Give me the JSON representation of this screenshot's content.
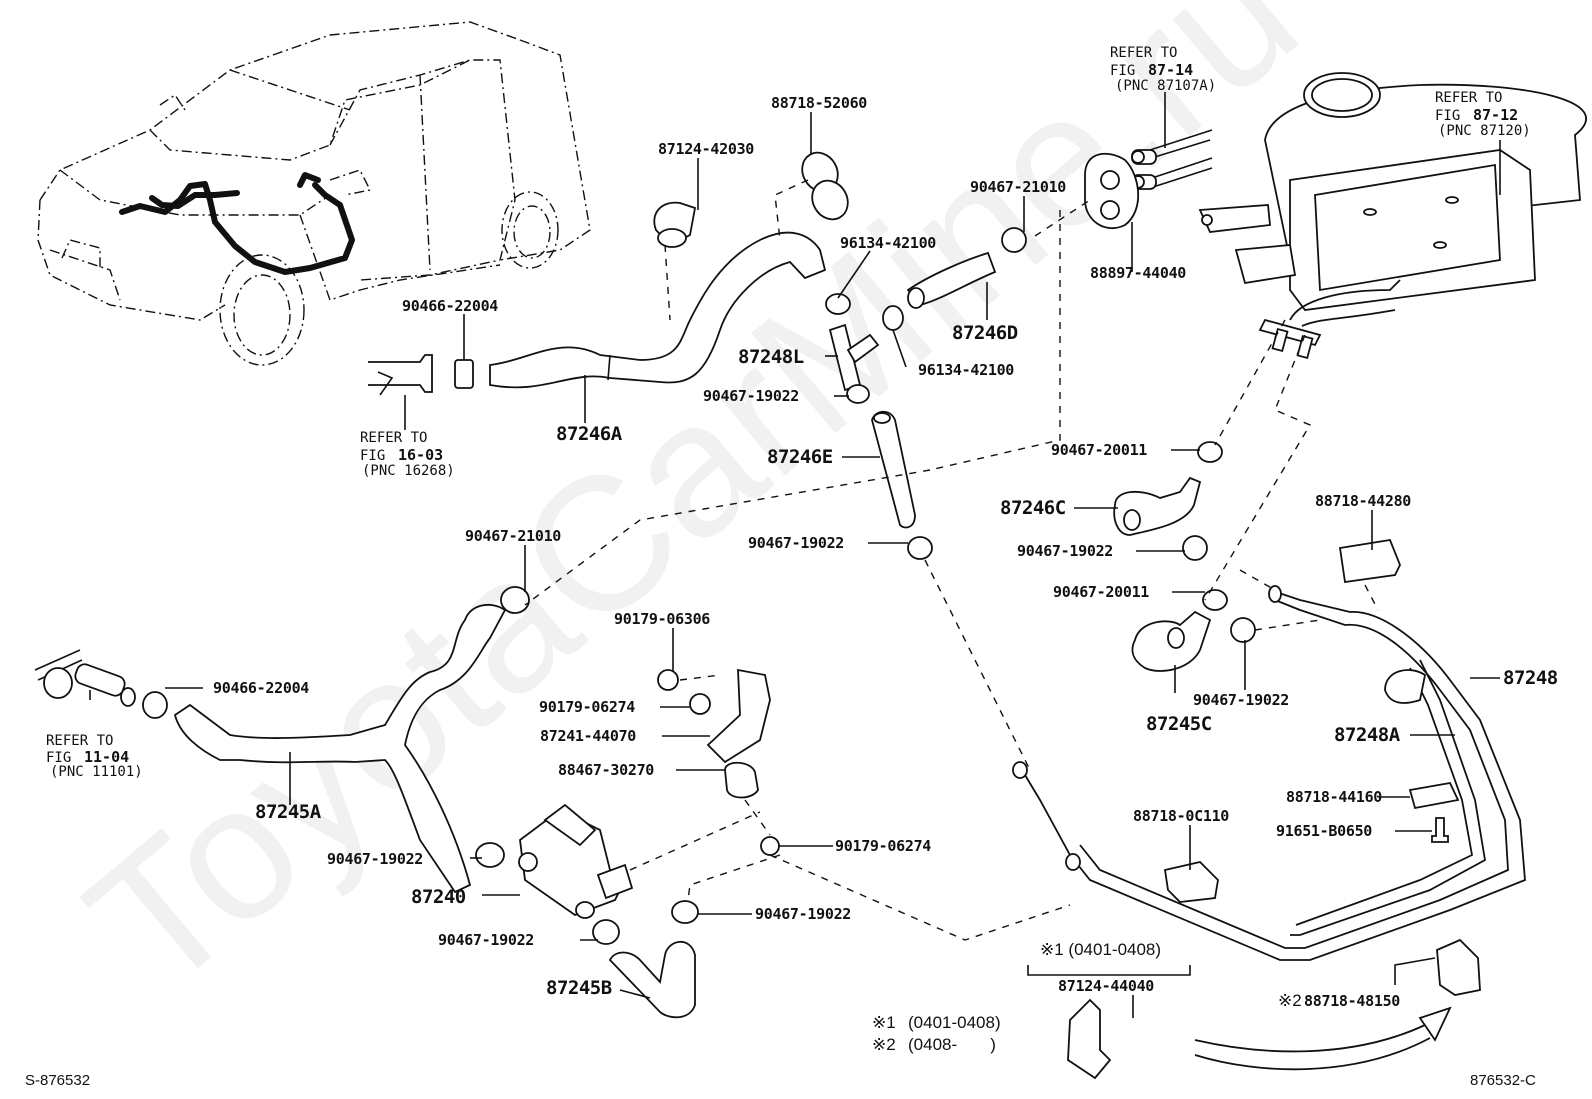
{
  "diagram": {
    "title_code_left": "S-876532",
    "title_code_right": "876532-C",
    "watermark": "ToyotaCarMine.ru",
    "references": [
      {
        "id": "ref-fig-87-14",
        "line1": "REFER TO",
        "line2_prefix": "FIG ",
        "line2_bold": "87-14",
        "line3": "(PNC 87107A)"
      },
      {
        "id": "ref-fig-87-12",
        "line1": "REFER TO",
        "line2_prefix": "FIG ",
        "line2_bold": "87-12",
        "line3": "(PNC 87120)"
      },
      {
        "id": "ref-fig-16-03",
        "line1": "REFER TO",
        "line2_prefix": "FIG ",
        "line2_bold": "16-03",
        "line3": "(PNC 16268)"
      },
      {
        "id": "ref-fig-11-04",
        "line1": "REFER TO",
        "line2_prefix": "FIG ",
        "line2_bold": "11-04",
        "line3": "(PNC 11101)"
      }
    ],
    "part_labels": [
      {
        "id": "p-88718-52060",
        "text": "88718-52060",
        "kind": "clamp"
      },
      {
        "id": "p-87124-42030",
        "text": "87124-42030",
        "kind": "clamp"
      },
      {
        "id": "p-90467-21010-top",
        "text": "90467-21010",
        "kind": "clip"
      },
      {
        "id": "p-88897-44040",
        "text": "88897-44040",
        "kind": "packing"
      },
      {
        "id": "p-96134-42100-a",
        "text": "96134-42100",
        "kind": "clamp"
      },
      {
        "id": "p-87246D",
        "text": "87246D",
        "kind": "hose"
      },
      {
        "id": "p-90466-22004-top",
        "text": "90466-22004",
        "kind": "clamp"
      },
      {
        "id": "p-87248L",
        "text": "87248L",
        "kind": "joint"
      },
      {
        "id": "p-96134-42100-b",
        "text": "96134-42100",
        "kind": "clamp"
      },
      {
        "id": "p-90467-19022-a",
        "text": "90467-19022",
        "kind": "clip"
      },
      {
        "id": "p-87246A",
        "text": "87246A",
        "kind": "hose"
      },
      {
        "id": "p-87246E",
        "text": "87246E",
        "kind": "hose"
      },
      {
        "id": "p-90467-20011-a",
        "text": "90467-20011",
        "kind": "clip"
      },
      {
        "id": "p-87246C",
        "text": "87246C",
        "kind": "hose"
      },
      {
        "id": "p-88718-44280",
        "text": "88718-44280",
        "kind": "clamp"
      },
      {
        "id": "p-90467-21010-mid",
        "text": "90467-21010",
        "kind": "clip"
      },
      {
        "id": "p-90467-19022-b",
        "text": "90467-19022",
        "kind": "clip"
      },
      {
        "id": "p-90467-19022-c",
        "text": "90467-19022",
        "kind": "clip"
      },
      {
        "id": "p-90467-20011-b",
        "text": "90467-20011",
        "kind": "clip"
      },
      {
        "id": "p-90179-06306",
        "text": "90179-06306",
        "kind": "nut"
      },
      {
        "id": "p-90466-22004-left",
        "text": "90466-22004",
        "kind": "clamp"
      },
      {
        "id": "p-87248",
        "text": "87248",
        "kind": "pipe"
      },
      {
        "id": "p-90467-19022-d",
        "text": "90467-19022",
        "kind": "clip"
      },
      {
        "id": "p-90179-06274-a",
        "text": "90179-06274",
        "kind": "nut"
      },
      {
        "id": "p-87245C",
        "text": "87245C",
        "kind": "hose"
      },
      {
        "id": "p-87241-44070",
        "text": "87241-44070",
        "kind": "bracket"
      },
      {
        "id": "p-87248A",
        "text": "87248A",
        "kind": "pipe"
      },
      {
        "id": "p-88467-30270",
        "text": "88467-30270",
        "kind": "cushion"
      },
      {
        "id": "p-87245A",
        "text": "87245A",
        "kind": "hose"
      },
      {
        "id": "p-88718-44160",
        "text": "88718-44160",
        "kind": "clamp"
      },
      {
        "id": "p-88718-0C110",
        "text": "88718-0C110",
        "kind": "clamp"
      },
      {
        "id": "p-91651-B0650",
        "text": "91651-B0650",
        "kind": "bolt"
      },
      {
        "id": "p-90179-06274-b",
        "text": "90179-06274",
        "kind": "nut"
      },
      {
        "id": "p-90467-19022-e",
        "text": "90467-19022",
        "kind": "clip"
      },
      {
        "id": "p-87240",
        "text": "87240",
        "kind": "valve"
      },
      {
        "id": "p-90467-19022-f",
        "text": "90467-19022",
        "kind": "clip"
      },
      {
        "id": "p-90467-19022-g",
        "text": "90467-19022",
        "kind": "clip"
      },
      {
        "id": "p-87245B",
        "text": "87245B",
        "kind": "hose"
      },
      {
        "id": "p-87124-44040",
        "text": "87124-44040",
        "kind": "clamp"
      },
      {
        "id": "p-88718-48150",
        "text": "88718-48150",
        "kind": "clamp"
      }
    ],
    "notes": {
      "bracket_note": "※1 (0401-0408)",
      "replacement_prefix": "※2",
      "legend": [
        {
          "mark": "※1",
          "range": "(0401-0408)"
        },
        {
          "mark": "※2",
          "range": "(0408-       )"
        }
      ]
    }
  }
}
